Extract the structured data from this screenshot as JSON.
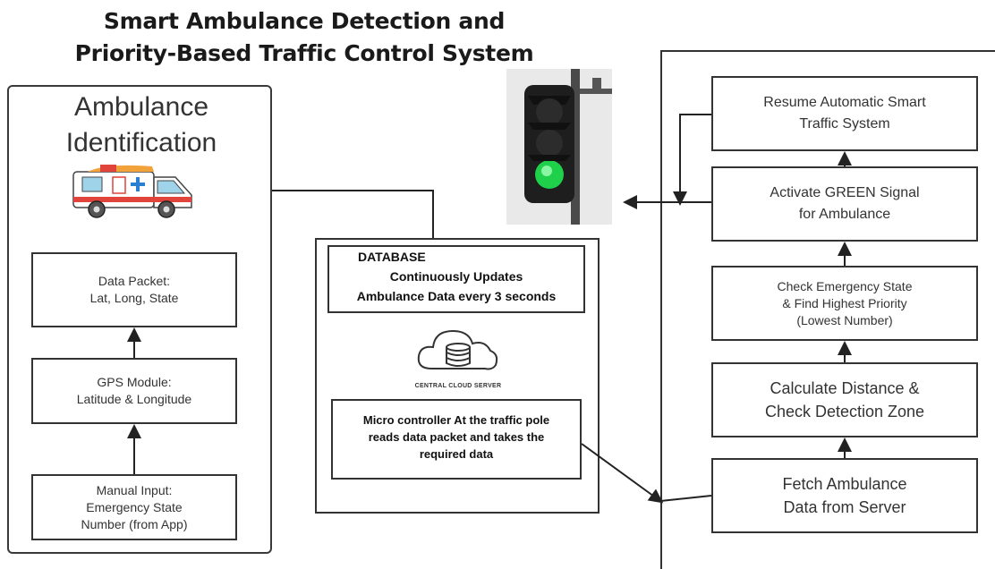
{
  "title": "Smart Ambulance Detection and\nPriority-Based Traffic Control System",
  "left_panel": {
    "heading": "Ambulance\nIdentification",
    "boxes": {
      "data_packet": "Data Packet:\nLat, Long, State",
      "gps": "GPS Module:\nLatitude & Longitude",
      "manual": "Manual Input:\nEmergency State\nNumber (from App)"
    }
  },
  "center_panel": {
    "db_label": "DATABASE",
    "db_text": "Continuously Updates\nAmbulance Data every 3 seconds",
    "cloud_label": "CENTRAL CLOUD SERVER",
    "micro_text": "Micro controller At the  traffic  pole\nreads  data packet and takes the\nrequired data"
  },
  "right_panel": {
    "boxes": {
      "resume": "Resume Automatic Smart\nTraffic System",
      "activate": "Activate GREEN Signal\nfor Ambulance",
      "check_state": "Check Emergency State\n& Find Highest Priority\n(Lowest Number)",
      "calc": "Calculate Distance &\nCheck Detection Zone",
      "fetch": "Fetch Ambulance\nData from Server"
    }
  },
  "colors": {
    "green_light": "#1fd04a",
    "ambulance_red": "#e0443a",
    "line": "#222222"
  }
}
